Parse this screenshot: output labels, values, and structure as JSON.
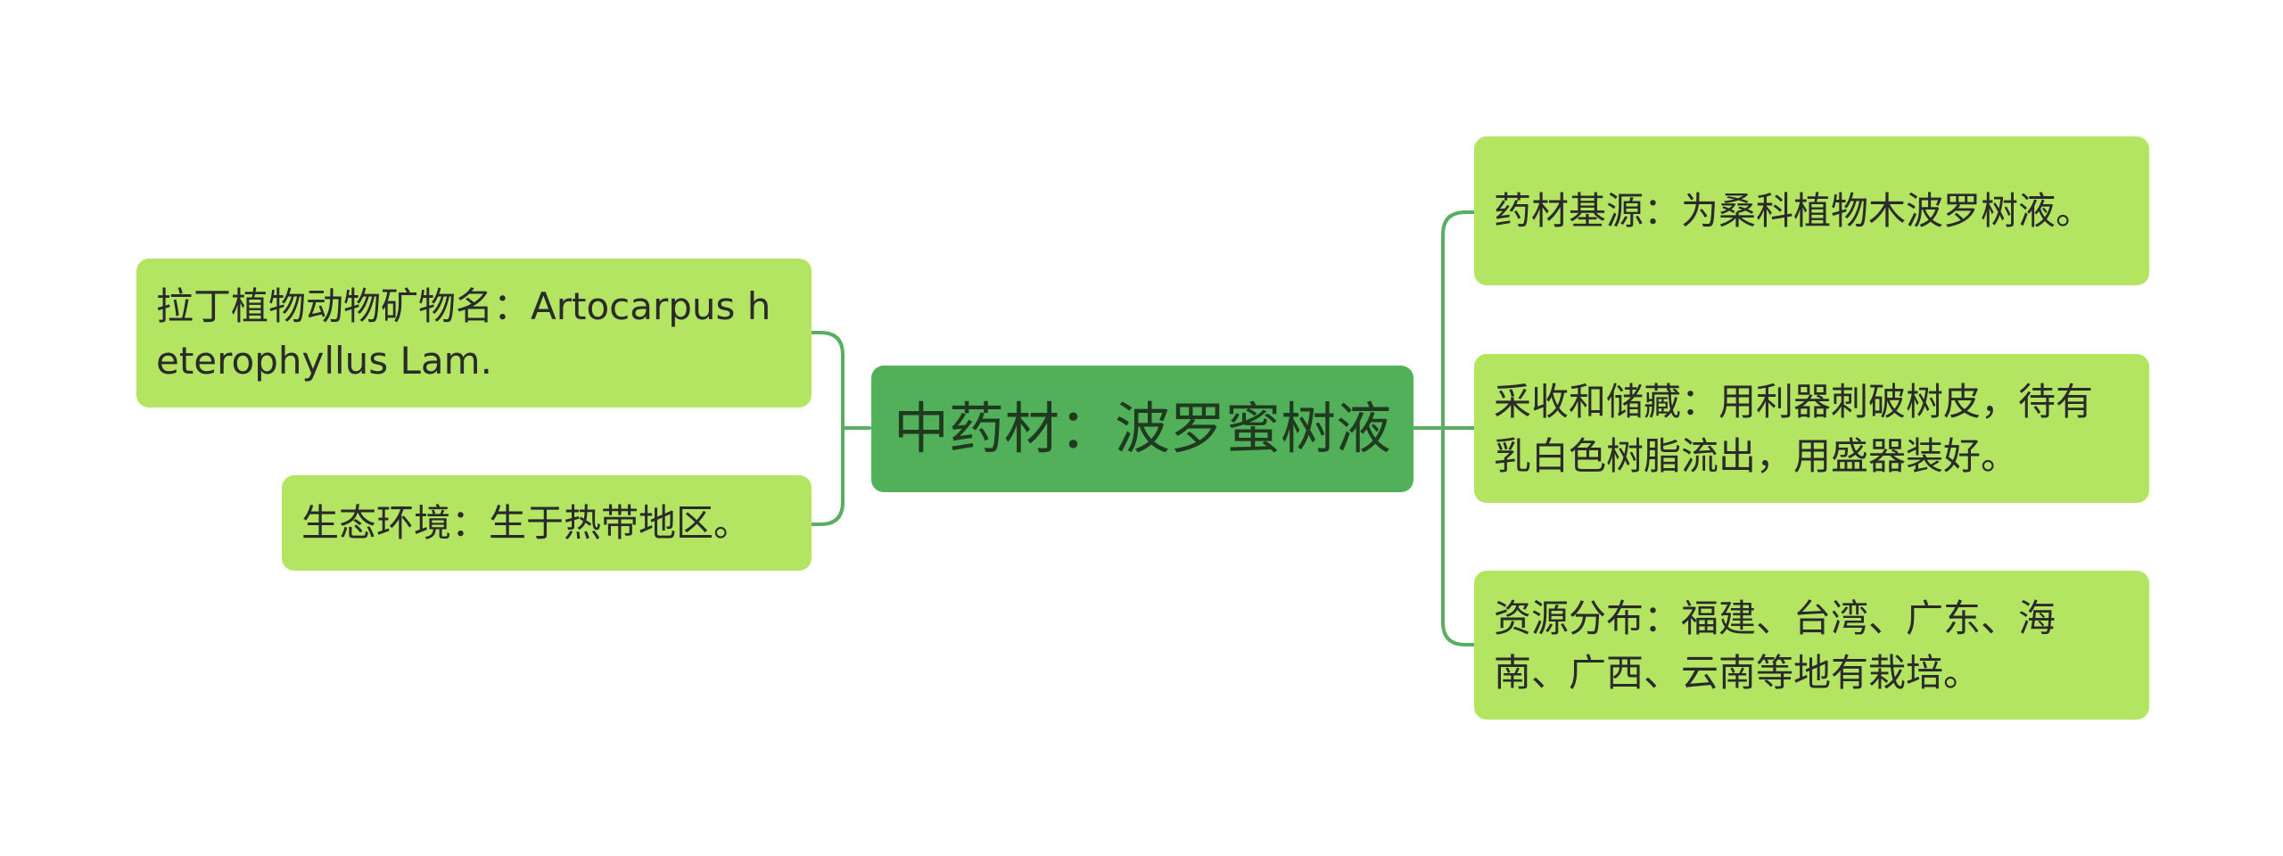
{
  "colors": {
    "center_fill": "#52af5a",
    "leaf_fill": "#b3e563",
    "connector": "#5aae62",
    "text": "#2a2a2a"
  },
  "center": {
    "label": "中药材：波罗蜜树液"
  },
  "left": [
    {
      "label": "拉丁植物动物矿物名：Artocarpus heterophyllus Lam."
    },
    {
      "label": "生态环境：生于热带地区。"
    }
  ],
  "right": [
    {
      "label": "药材基源：为桑科植物木波罗树液。"
    },
    {
      "label": "采收和储藏：用利器刺破树皮，待有乳白色树脂流出，用盛器装好。"
    },
    {
      "label": "资源分布：福建、台湾、广东、海南、广西、云南等地有栽培。"
    }
  ]
}
